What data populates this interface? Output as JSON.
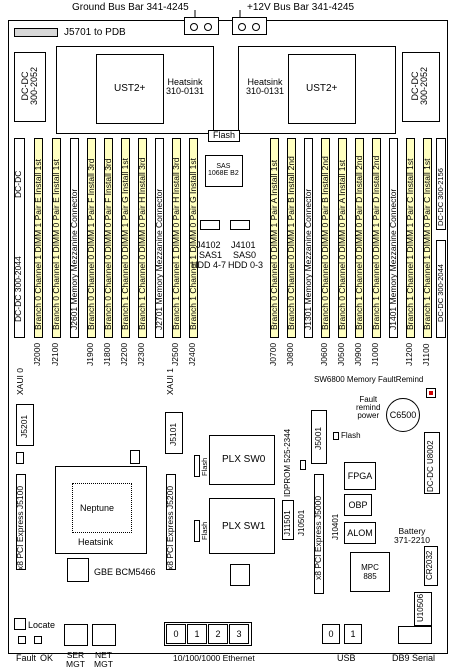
{
  "top": {
    "ground_bus": "Ground Bus Bar 341-4245",
    "v12_bus": "+12V Bus Bar 341-4245",
    "pdb_connector": "J5701 to PDB"
  },
  "upper": {
    "dcdc_left": "DC-DC\n300-2052",
    "dcdc_right": "DC-DC\n300-2052",
    "ust_left": "UST2+",
    "ust_right": "UST2+",
    "heatsink_left": "Heatsink\n310-0131",
    "heatsink_right": "Heatsink\n310-0131",
    "flash": "Flash",
    "sas": "SAS\n1068E B2"
  },
  "left_slots": [
    "DC-DC",
    "Branch 0 Channel 1 DIMM 1 Pair E Install 1st",
    "Branch 0 Channel 1 DIMM 0 Pair E Install 1st",
    "J2601 Memory Mezzanine Connector",
    "Branch 0 Channel 0 DIMM 1 Pair F Install 3rd",
    "Branch 0 Channel 0 DIMM 0 Pair F Install 3rd",
    "Branch 1 Channel 0 DIMM 1 Pair G Install 1st",
    "Branch 1 Channel 0 DIMM 0 Pair H Install 3rd",
    "J2701 Memory Mezzanine Connector",
    "Branch 1 Channel 1 DIMM 0 Pair H Install 3rd",
    "Branch 1 Channel 1 DIMM 0 Pair G Install 1st"
  ],
  "left_slot_dcdc": "DC-DC 300-2044",
  "left_slot_labels": [
    "J2000",
    "J2100",
    "J1900",
    "J1800",
    "J2200",
    "J2300",
    "J2500",
    "J2400"
  ],
  "right_slots": [
    "Branch 0 Channel 0 DIMM 1 Pair A Install 1st",
    "Branch 0 Channel 0 DIMM 1 Pair B Install 2nd",
    "J1301 Memory Mezzanine Connector",
    "Branch 0 Channel 0 DIMM 0 Pair B Install 2nd",
    "Branch 0 Channel 0 DIMM 0 Pair A Install 1st",
    "Branch 1 Channel 0 DIMM 0 Pair D Install 2nd",
    "Branch 1 Channel 0 DIMM 1 Pair D Install 2nd",
    "J1401 Memory Mezzanine Connector",
    "Branch 1 Channel 1 DIMM 1 Pair C Install 1st",
    "Branch 1 Channel 1 DIMM 0 Pair C Install 1st"
  ],
  "right_slot_dcdc_top": "DC-DC 300-2156",
  "right_slot_dcdc_bottom": "DC-DC 300-2044",
  "right_slot_labels": [
    "J0700",
    "J0800",
    "J0600",
    "J0500",
    "J0900",
    "J1000",
    "J1200",
    "J1100"
  ],
  "hdd": {
    "j4102": "J4102",
    "j4101": "J4101",
    "sas1": "SAS1",
    "sas0": "SAS0",
    "hdd47": "HDD 4-7",
    "hdd03": "HDD 0-3"
  },
  "sw6800": "SW6800 Memory FaultRemind",
  "fault_remind": "Fault\nremind\npower",
  "c6500": "C6500",
  "lower": {
    "xaui0": "XAUI 0",
    "xaui1": "XAUI 1",
    "j5201": "J5201",
    "j5101": "J5101",
    "pcie_j5100": "x8 PCI Express J5100",
    "pcie_j5200": "x8 PCI Express J5200",
    "pcie_j5000": "x8 PCI Express J5000",
    "j5001": "J5001",
    "neptune": "Neptune",
    "heatsink": "Heatsink",
    "gbe": "GBE BCM5466",
    "plx0": "PLX SW0",
    "plx1": "PLX SW1",
    "flash1": "Flash",
    "flash2": "Flash",
    "flash3": "Flash",
    "idprom": "IDPROM 525-2344",
    "j10501": "J10501",
    "j11501": "J11501",
    "j10401": "J10401",
    "fpga": "FPGA",
    "obp": "OBP",
    "alom": "ALOM",
    "battery": "Battery\n371-2210",
    "cr2032": "CR2032",
    "mpc": "MPC\n885",
    "u10506": "U10506",
    "dcdc_u8002": "DC-DC U8002"
  },
  "bottom": {
    "locate": "Locate",
    "fault": "Fault",
    "ok": "OK",
    "ser_mgt": "SER\nMGT",
    "net_mgt": "NET\nMGT",
    "ethernet": "10/100/1000 Ethernet",
    "eth_ports": [
      "0",
      "1",
      "2",
      "3"
    ],
    "usb": "USB",
    "usb_ports": [
      "0",
      "1"
    ],
    "db9": "DB9 Serial"
  }
}
